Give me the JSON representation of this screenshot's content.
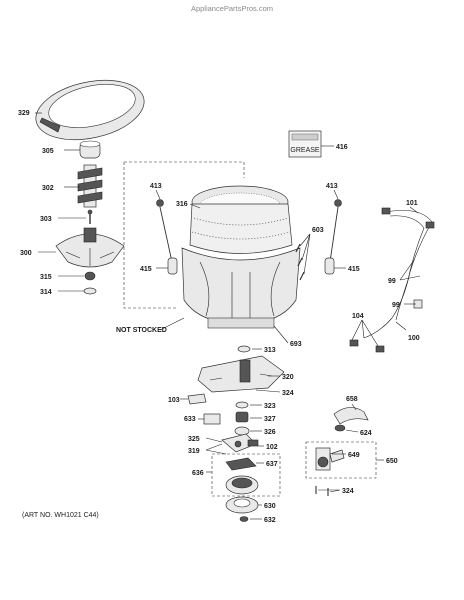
{
  "watermark": "AppliancePartsPros.com",
  "art_number": "(ART NO. WH1021 C44)",
  "not_stocked_label": "NOT STOCKED",
  "grease_label": "GREASE",
  "callouts": {
    "c329": "329",
    "c305": "305",
    "c302": "302",
    "c303": "303",
    "c300": "300",
    "c315": "315",
    "c314": "314",
    "c316": "316",
    "c413a": "413",
    "c413b": "413",
    "c415a": "415",
    "c415b": "415",
    "c603": "603",
    "c416": "416",
    "c101": "101",
    "c99a": "99",
    "c99b": "99",
    "c104": "104",
    "c100": "100",
    "c313": "313",
    "c693": "693",
    "c320": "320",
    "c324a": "324",
    "c103": "103",
    "c323": "323",
    "c633": "633",
    "c327": "327",
    "c326": "326",
    "c325": "325",
    "c102": "102",
    "c319": "319",
    "c636": "636",
    "c637": "637",
    "c630": "630",
    "c632": "632",
    "c658": "658",
    "c624": "624",
    "c649": "649",
    "c650": "650",
    "c324b": "324"
  }
}
